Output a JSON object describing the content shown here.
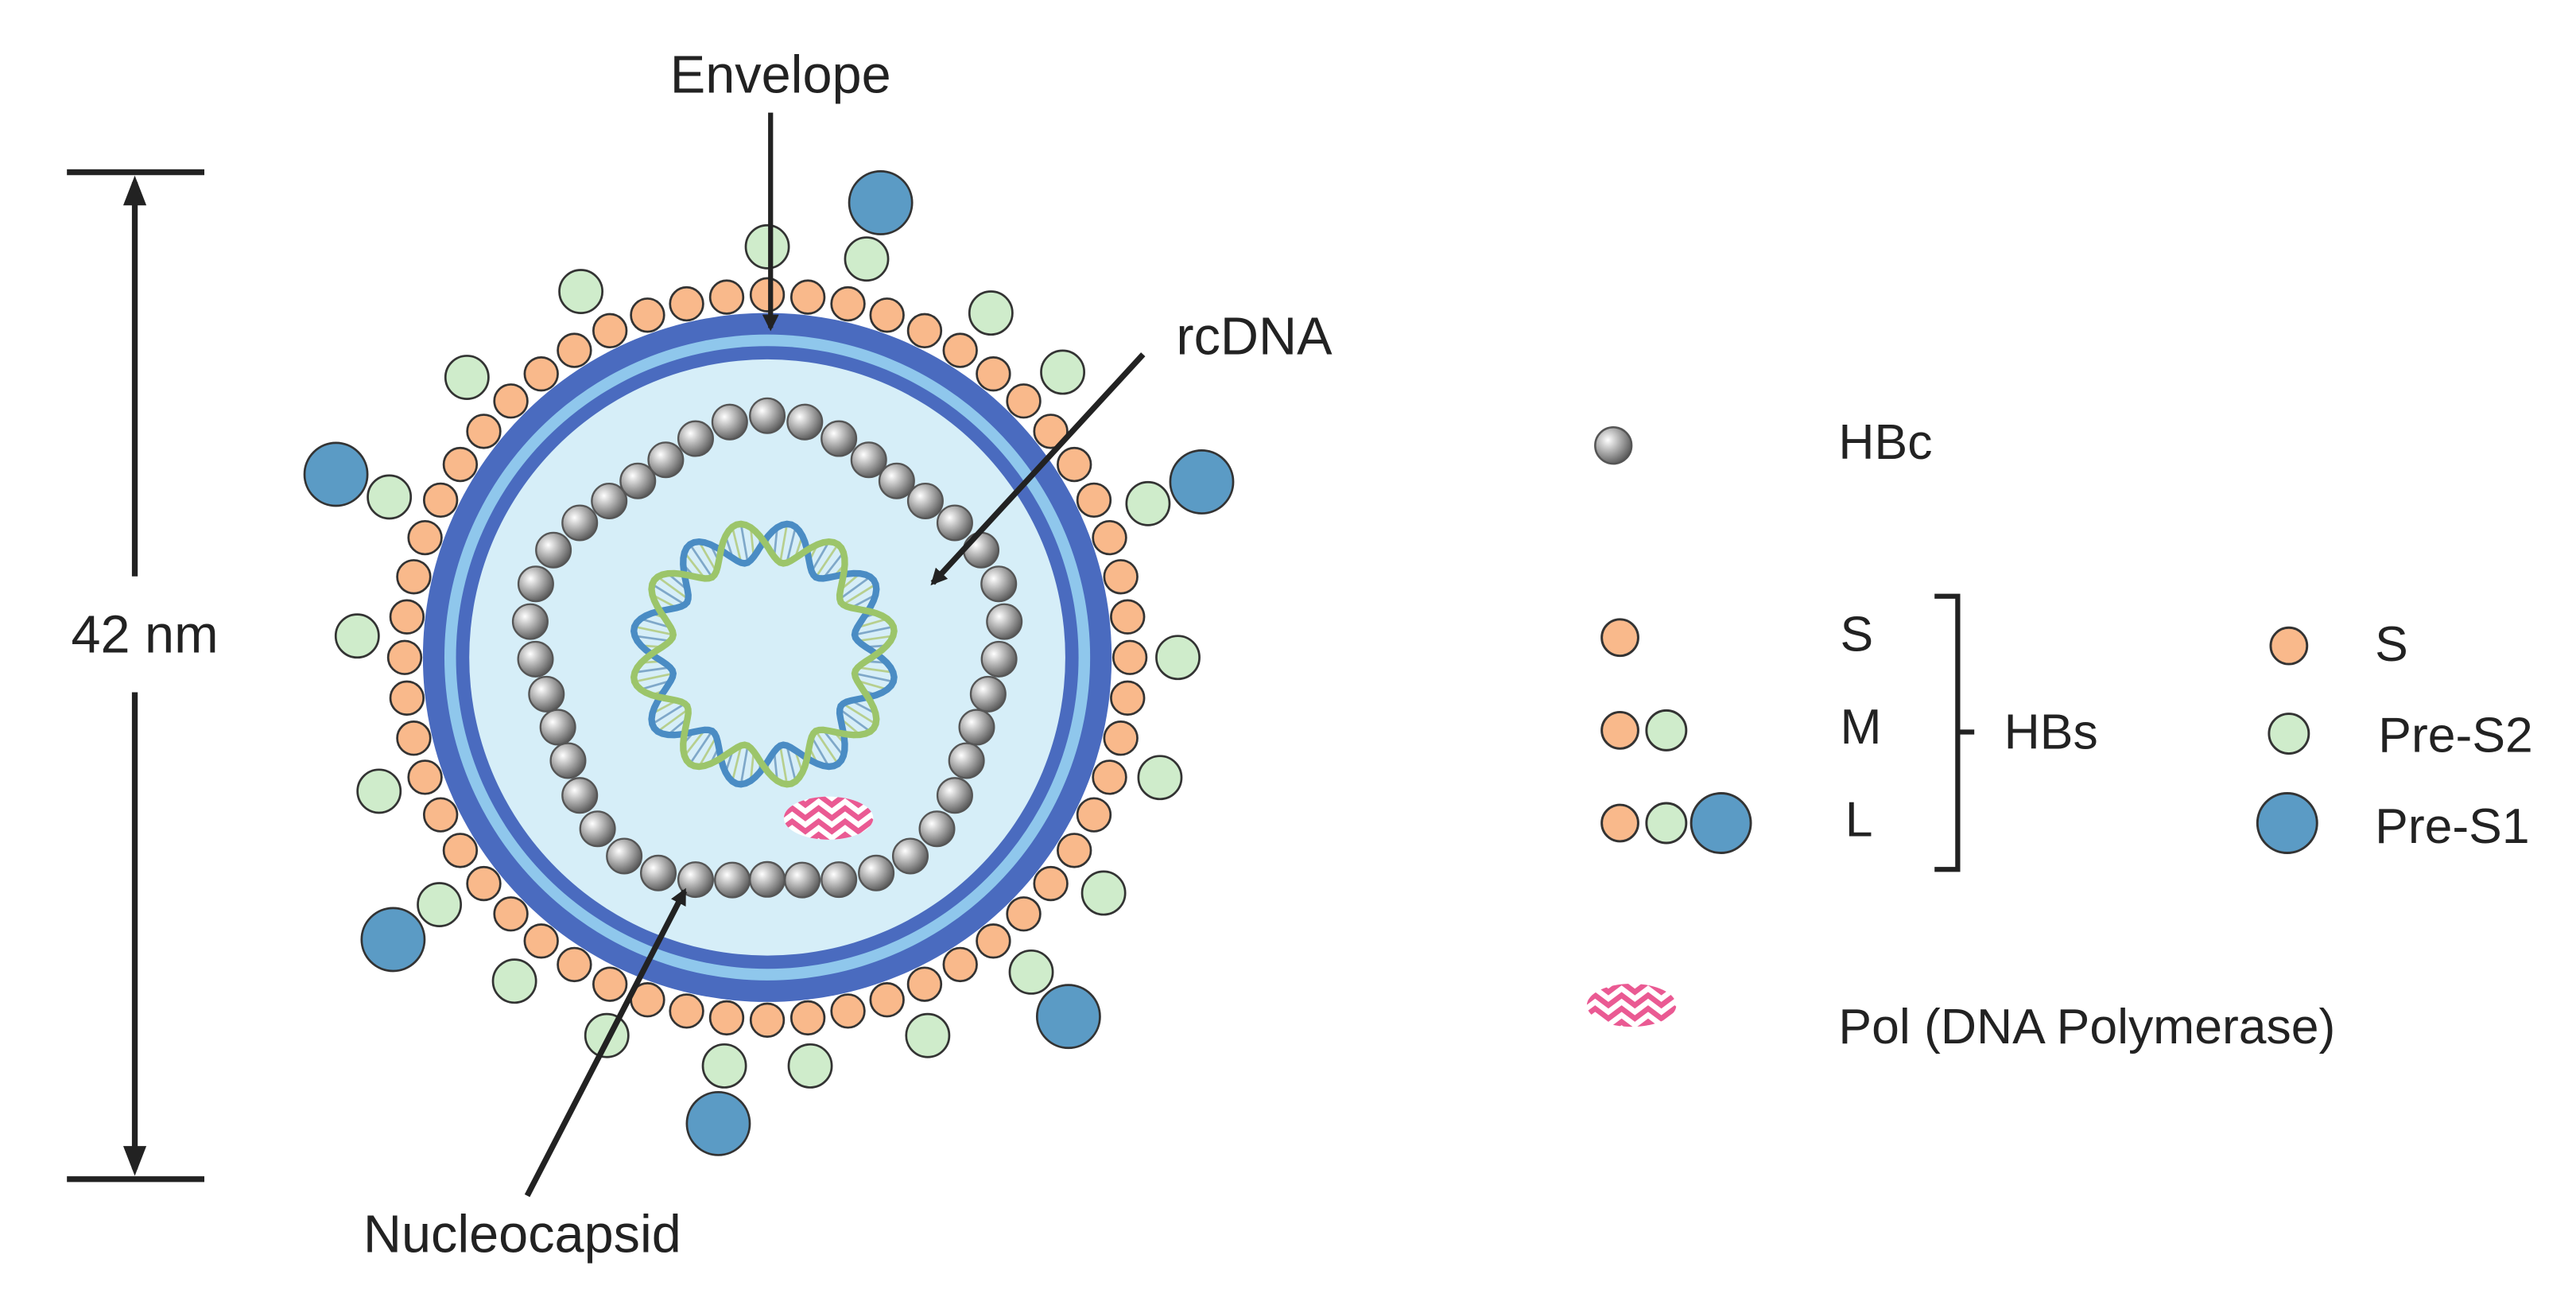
{
  "labels": {
    "envelope": "Envelope",
    "rcdna": "rcDNA",
    "nucleocapsid": "Nucleocapsid",
    "size": "42 nm"
  },
  "legend": {
    "hbc": "HBc",
    "s": "S",
    "m": "M",
    "l": "L",
    "hbs": "HBs",
    "key_s": "S",
    "key_pre_s2": "Pre-S2",
    "key_pre_s1": "Pre-S1",
    "pol": "Pol (DNA Polymerase)"
  },
  "colors": {
    "s_protein": "#f9b98b",
    "pre_s2": "#cfeccb",
    "pre_s1": "#5b9bc5",
    "hbc": "#8c8c8c",
    "envelope_dark": "#4a6bbf",
    "envelope_light": "#8fc7ec",
    "lumen": "#d6eef8",
    "pol": "#ea5a93",
    "dna_blue": "#4a8cc4",
    "dna_green": "#9cc56a"
  },
  "icons": {
    "pol": "zigzag-pink-ellipse",
    "rcdna": "circular-double-helix",
    "hbc": "gray-sphere"
  }
}
